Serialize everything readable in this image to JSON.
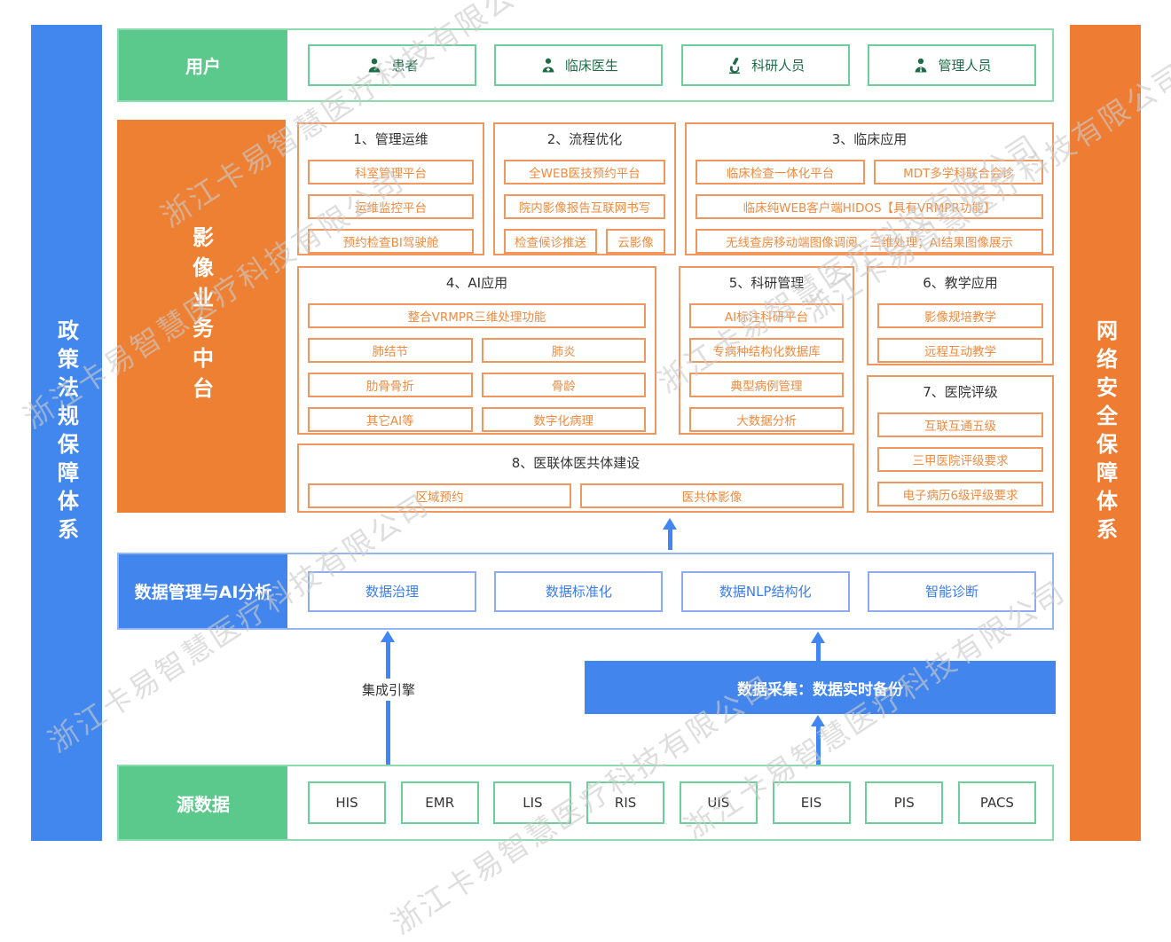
{
  "watermark": {
    "text": "浙江卡易智慧医疗科技有限公司"
  },
  "side_bars": {
    "left": "政策法规保障体系",
    "right": "网络安全保障体系"
  },
  "user_row": {
    "label": "用户",
    "items": [
      {
        "icon": "patient-icon",
        "label": "患者"
      },
      {
        "icon": "doctor-icon",
        "label": "临床医生"
      },
      {
        "icon": "microscope-icon",
        "label": "科研人员"
      },
      {
        "icon": "manager-icon",
        "label": "管理人员"
      }
    ]
  },
  "platform": {
    "label": "影像业务中台",
    "sections": {
      "s1": {
        "title": "1、管理运维",
        "items": [
          "科室管理平台",
          "运维监控平台",
          "预约检查BI驾驶舱"
        ]
      },
      "s2": {
        "title": "2、流程优化",
        "items": [
          "全WEB医技预约平台",
          "院内影像报告互联网书写",
          "检查候诊推送",
          "云影像"
        ]
      },
      "s3": {
        "title": "3、临床应用",
        "items": [
          "临床检查一体化平台",
          "MDT多学科联合会诊",
          "临床纯WEB客户端HIDOS【具有VRMPR功能】",
          "无线查房移动端图像调阅、三维处理；AI结果图像展示"
        ]
      },
      "s4": {
        "title": "4、AI应用",
        "items": [
          "整合VRMPR三维处理功能",
          "肺结节",
          "肺炎",
          "肋骨骨折",
          "骨龄",
          "其它AI等",
          "数字化病理"
        ]
      },
      "s5": {
        "title": "5、科研管理",
        "items": [
          "AI标注科研平台",
          "专病种结构化数据库",
          "典型病例管理",
          "大数据分析"
        ]
      },
      "s6": {
        "title": "6、教学应用",
        "items": [
          "影像规培教学",
          "远程互动教学"
        ]
      },
      "s7": {
        "title": "7、医院评级",
        "items": [
          "互联互通五级",
          "三甲医院评级要求",
          "电子病历6级评级要求"
        ]
      },
      "s8": {
        "title": "8、医联体医共体建设",
        "items": [
          "区域预约",
          "医共体影像"
        ]
      }
    }
  },
  "data_mgmt_row": {
    "label": "数据管理与AI分析",
    "items": [
      "数据治理",
      "数据标准化",
      "数据NLP结构化",
      "智能诊断"
    ]
  },
  "middle": {
    "integration_label": "集成引擎",
    "collection_label": "数据采集：数据实时备份"
  },
  "source_row": {
    "label": "源数据",
    "items": [
      "HIS",
      "EMR",
      "LIS",
      "RIS",
      "UIS",
      "EIS",
      "PIS",
      "PACS"
    ]
  },
  "colors": {
    "green": "#5CC98C",
    "dark_green": "#1E6B47",
    "orange": "#EE8033",
    "orange_text": "#F28A3E",
    "blue": "#4285EC",
    "arrow_blue": "#4285F4"
  }
}
